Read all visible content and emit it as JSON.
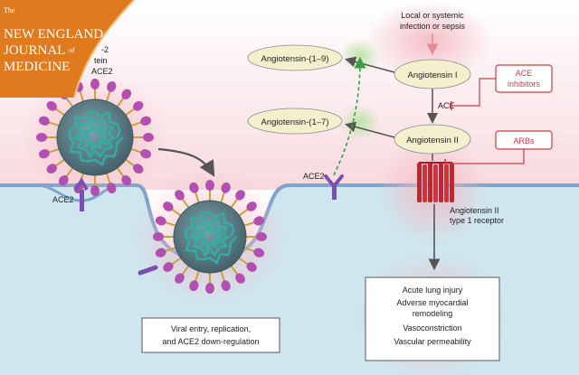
{
  "journal": {
    "the": "The",
    "line1": "NEW ENGLAND",
    "line2": "JOURNAL",
    "of": "of",
    "line3": "MEDICINE"
  },
  "hidden_label": {
    "line1": "-2",
    "line2": "tein",
    "line3": "ACE2"
  },
  "infection": {
    "line1": "Local or systemic",
    "line2": "infection or sepsis"
  },
  "nodes": {
    "ang19": "Angiotensin-(1–9)",
    "ang17": "Angiotensin-(1–7)",
    "ang1": "Angiotensin I",
    "ang2": "Angiotensin II"
  },
  "ace": "ACE",
  "inhibitors": {
    "ace_line1": "ACE",
    "ace_line2": "inhibitors",
    "arbs": "ARBs"
  },
  "membrane": {
    "ace2_left": "ACE2",
    "ace2_mid": "ACE2",
    "receptor_line1": "Angiotensin II",
    "receptor_line2": "type 1 receptor"
  },
  "outcomes": [
    "Acute lung injury",
    "Adverse myocardial",
    "remodeling",
    "Vasoconstriction",
    "Vascular permeability"
  ],
  "viral_box": {
    "line1": "Viral entry, replication,",
    "line2": "and ACE2 down-regulation"
  },
  "colors": {
    "cell": "#cfe6ee",
    "membrane": "#7fa3c9",
    "node_fill": "#f4efcc",
    "inhibitor": "#d33a45",
    "green_arrow": "#3aa043",
    "logo": "#e07a1f",
    "virus_body": "#5a7d87",
    "spike": "#b24fb0"
  }
}
